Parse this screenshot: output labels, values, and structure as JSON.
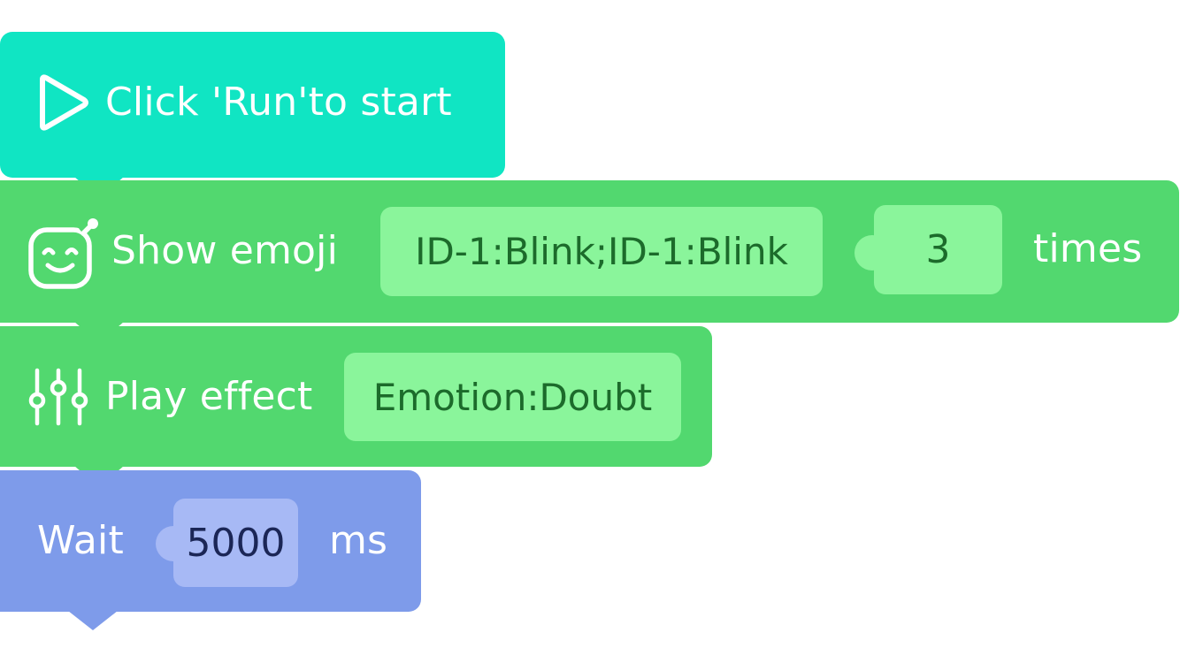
{
  "blocks": {
    "start": {
      "label": "Click 'Run'to start",
      "icon": "play-icon",
      "color": "#10e5c3"
    },
    "show_emoji": {
      "label": "Show emoji",
      "icon": "emoji-robot-icon",
      "emoji_value": "ID-1:Blink;ID-1:Blink",
      "times_value": "3",
      "suffix": "times",
      "color": "#52d86f"
    },
    "play_effect": {
      "label": "Play effect",
      "icon": "equalizer-sliders-icon",
      "effect_value": "Emotion:Doubt",
      "color": "#52d86f"
    },
    "wait": {
      "label": "Wait",
      "duration_value": "5000",
      "unit": "ms",
      "color": "#7e9bea"
    }
  },
  "colors": {
    "input_green": "#8af59b",
    "input_text_green": "#1c6b2b",
    "input_blue": "#a7b9f5",
    "input_text_blue": "#1b2656"
  }
}
